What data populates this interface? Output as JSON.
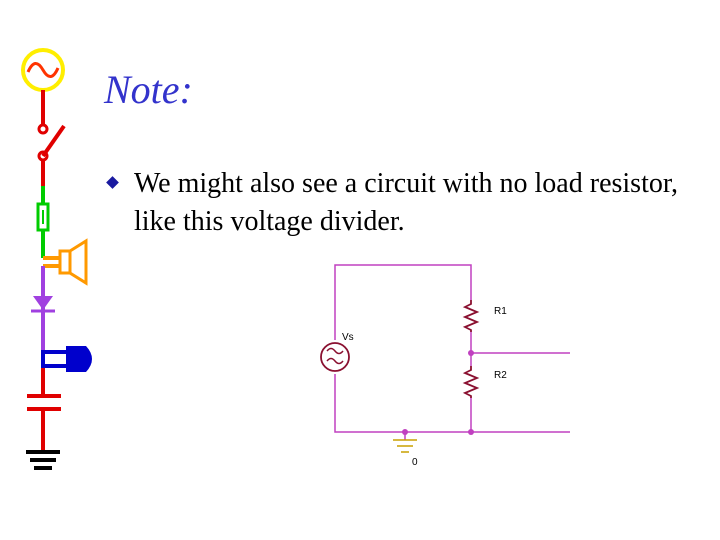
{
  "slide": {
    "title": "Note:",
    "bullet_text": "We might also see a circuit with no load resistor, like this voltage divider."
  },
  "circuit": {
    "source_label": "Vs",
    "r1_label": "R1",
    "r2_label": "R2",
    "ground_label": "0"
  },
  "colors": {
    "title": "#3333cc",
    "circuit_wire": "#c040c0",
    "resistor": "#8a1030",
    "red_wire": "#e00000",
    "green_wire": "#00cc00",
    "orange": "#ff9900",
    "blue": "#0000cc"
  }
}
